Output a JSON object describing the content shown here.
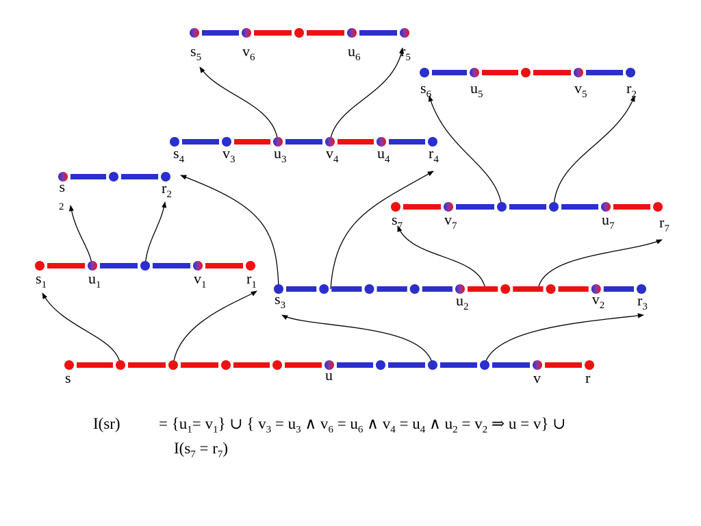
{
  "colors": {
    "red": "#ee1111",
    "blue": "#2b2fcc",
    "mixed_left": "#2b2fcc",
    "mixed_right": "#ee1111"
  },
  "chains": [
    {
      "id": "chain-s5-r5",
      "nodes": [
        {
          "t": "m",
          "label": "s",
          "sub": "5"
        },
        {
          "t": "m",
          "label": "v",
          "sub": "6"
        },
        {
          "t": "r"
        },
        {
          "t": "m",
          "label": "u",
          "sub": "6"
        },
        {
          "t": "m",
          "label": "r",
          "sub": "5"
        }
      ],
      "segs": [
        "b",
        "r",
        "r",
        "b"
      ]
    },
    {
      "id": "chain-s6-r2",
      "nodes": [
        {
          "t": "b",
          "label": "s",
          "sub": "6"
        },
        {
          "t": "m",
          "label": "u",
          "sub": "5"
        },
        {
          "t": "r"
        },
        {
          "t": "m",
          "label": "v",
          "sub": "5"
        },
        {
          "t": "b",
          "label": "r",
          "sub": "2"
        }
      ],
      "segs": [
        "b",
        "r",
        "r",
        "b"
      ]
    },
    {
      "id": "chain-s4-r4",
      "nodes": [
        {
          "t": "b",
          "label": "s",
          "sub": "4"
        },
        {
          "t": "b",
          "label": "v",
          "sub": "3"
        },
        {
          "t": "m",
          "label": "u",
          "sub": "3"
        },
        {
          "t": "m",
          "label": "v",
          "sub": "4"
        },
        {
          "t": "m",
          "label": "u",
          "sub": "4"
        },
        {
          "t": "b",
          "label": "r",
          "sub": "4"
        }
      ],
      "segs": [
        "b",
        "r",
        "b",
        "r",
        "b"
      ]
    },
    {
      "id": "chain-s2-r2",
      "nodes": [
        {
          "t": "m",
          "label": "s",
          "sub": "2"
        },
        {
          "t": "b"
        },
        {
          "t": "b",
          "label": "r",
          "sub": "2"
        }
      ],
      "segs": [
        "b",
        "b"
      ]
    },
    {
      "id": "chain-s7-r7",
      "nodes": [
        {
          "t": "r",
          "label": "s",
          "sub": "7"
        },
        {
          "t": "m",
          "label": "v",
          "sub": "7"
        },
        {
          "t": "b"
        },
        {
          "t": "b"
        },
        {
          "t": "m",
          "label": "u",
          "sub": "7"
        },
        {
          "t": "r",
          "label": "r",
          "sub": "7"
        }
      ],
      "segs": [
        "r",
        "b",
        "b",
        "b",
        "r"
      ]
    },
    {
      "id": "chain-s1-r1",
      "nodes": [
        {
          "t": "r",
          "label": "s",
          "sub": "1"
        },
        {
          "t": "m",
          "label": "u",
          "sub": "1"
        },
        {
          "t": "b"
        },
        {
          "t": "m",
          "label": "v",
          "sub": "1"
        },
        {
          "t": "r",
          "label": "r",
          "sub": "1"
        }
      ],
      "segs": [
        "r",
        "b",
        "b",
        "r"
      ]
    },
    {
      "id": "chain-s3-r3",
      "nodes": [
        {
          "t": "b",
          "label": "s",
          "sub": "3"
        },
        {
          "t": "b"
        },
        {
          "t": "b"
        },
        {
          "t": "b"
        },
        {
          "t": "m",
          "label": "u",
          "sub": "2"
        },
        {
          "t": "r"
        },
        {
          "t": "r"
        },
        {
          "t": "m",
          "label": "v",
          "sub": "2"
        },
        {
          "t": "b",
          "label": "r",
          "sub": "3"
        }
      ],
      "segs": [
        "b",
        "b",
        "b",
        "b",
        "r",
        "r",
        "r",
        "b"
      ]
    },
    {
      "id": "chain-s-r",
      "nodes": [
        {
          "t": "r",
          "label": "s"
        },
        {
          "t": "r"
        },
        {
          "t": "r"
        },
        {
          "t": "r"
        },
        {
          "t": "r"
        },
        {
          "t": "m",
          "label": "u"
        },
        {
          "t": "b"
        },
        {
          "t": "b"
        },
        {
          "t": "b"
        },
        {
          "t": "m",
          "label": "v"
        },
        {
          "t": "r",
          "label": "r"
        }
      ],
      "segs": [
        "r",
        "r",
        "r",
        "r",
        "r",
        "b",
        "b",
        "b",
        "b",
        "r"
      ]
    }
  ],
  "formula": {
    "line1_lhs": "I(sr)",
    "line1_rhs": "= {u<sub>1</sub>= v<sub>1</sub>} ∪ { v<sub>3</sub> = u<sub>3</sub> ∧ v<sub>6</sub> = u<sub>6</sub> ∧ v<sub>4</sub> = u<sub>4</sub> ∧ u<sub>2</sub> = v<sub>2</sub> ⇒ u = v} ∪",
    "line2": "I(s<sub>7</sub> = r<sub>7</sub>)"
  }
}
